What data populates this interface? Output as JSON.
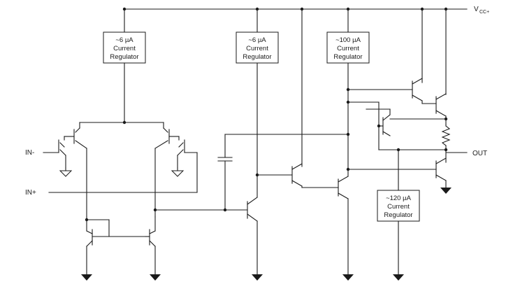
{
  "pins": {
    "vcc": "V",
    "vcc_sub": "CC+",
    "in_minus": "IN-",
    "in_plus": "IN+",
    "out": "OUT"
  },
  "regulators": [
    {
      "line1": "~6 µA",
      "line2": "Current",
      "line3": "Regulator"
    },
    {
      "line1": "~6 µA",
      "line2": "Current",
      "line3": "Regulator"
    },
    {
      "line1": "~100 µA",
      "line2": "Current",
      "line3": "Regulator"
    },
    {
      "line1": "~120 µA",
      "line2": "Current",
      "line3": "Regulator"
    }
  ]
}
